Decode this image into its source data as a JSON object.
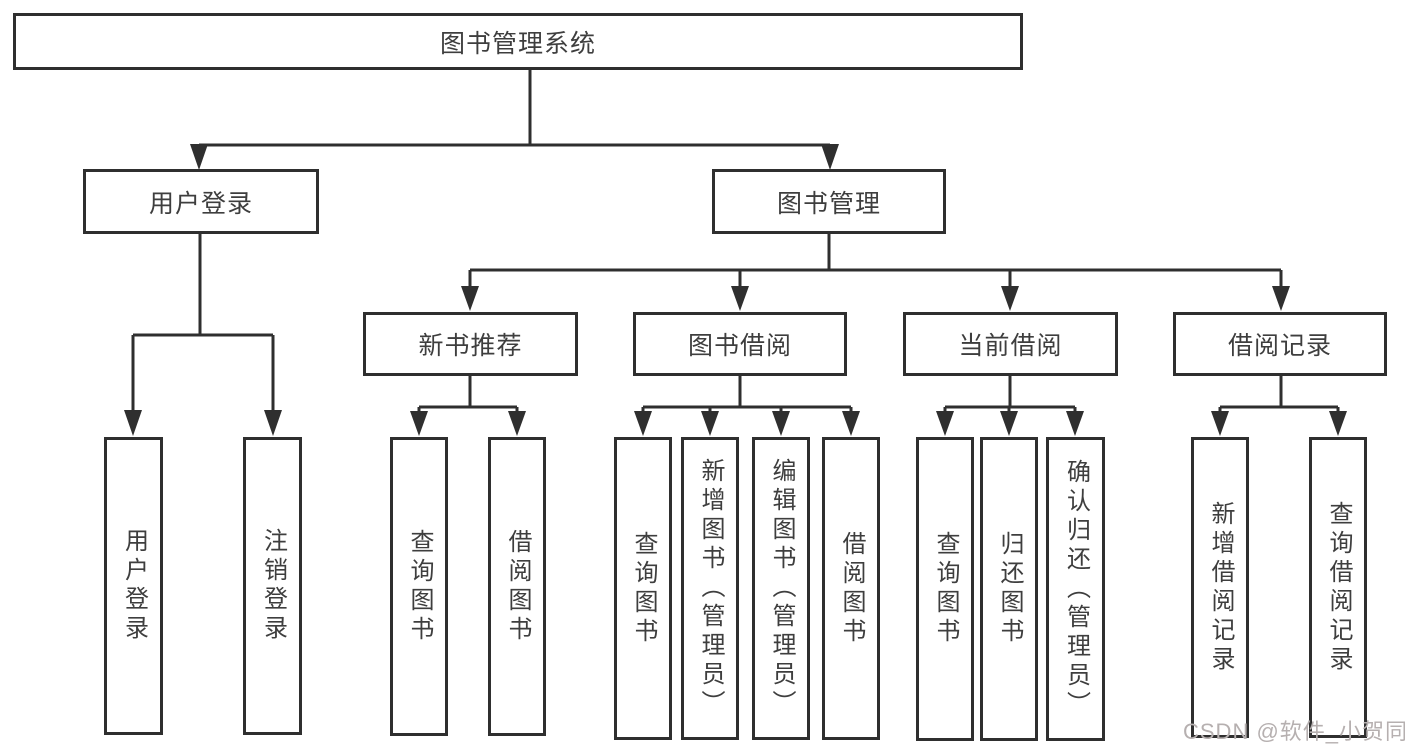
{
  "title": "图书管理系统",
  "user_branch": {
    "label": "用户登录",
    "children": [
      "用户登录",
      "注销登录"
    ]
  },
  "book_branch": {
    "label": "图书管理",
    "sections": [
      {
        "label": "新书推荐",
        "children": [
          "查询图书",
          "借阅图书"
        ]
      },
      {
        "label": "图书借阅",
        "children": [
          "查询图书",
          "新增图书（管理员）",
          "编辑图书（管理员）",
          "借阅图书"
        ]
      },
      {
        "label": "当前借阅",
        "children": [
          "查询图书",
          "归还图书",
          "确认归还（管理员）"
        ]
      },
      {
        "label": "借阅记录",
        "children": [
          "新增借阅记录",
          "查询借阅记录"
        ]
      }
    ]
  },
  "watermark": "CSDN @软件_小贺同学",
  "colors": {
    "line": "#2f2f2f",
    "text": "#3e3e3e",
    "watermark": "#b6b0b0",
    "background": "#ffffff"
  }
}
